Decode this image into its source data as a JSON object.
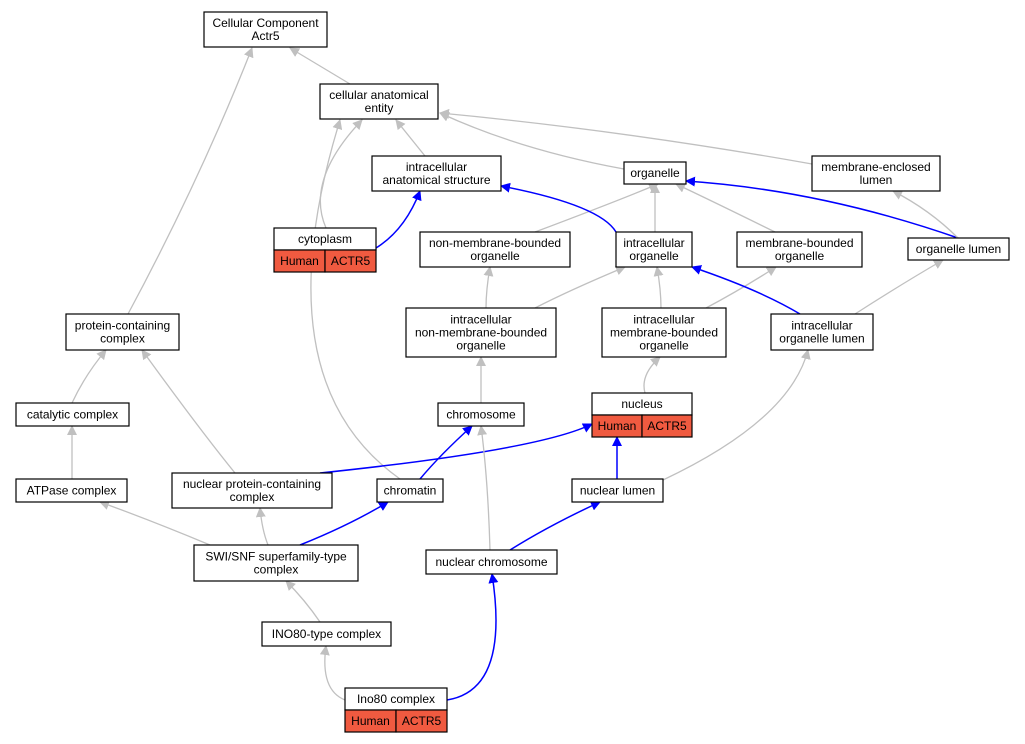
{
  "colors": {
    "node_border": "#000000",
    "node_fill": "#ffffff",
    "annotation_fill": "#f05a40",
    "edge_gray": "#c0c0c0",
    "edge_blue": "#0000ff"
  },
  "nodes": [
    {
      "id": "root",
      "lines": [
        "Cellular Component",
        "Actr5"
      ]
    },
    {
      "id": "cae",
      "lines": [
        "cellular anatomical",
        "entity"
      ]
    },
    {
      "id": "ias",
      "lines": [
        "intracellular",
        "anatomical structure"
      ]
    },
    {
      "id": "organelle",
      "lines": [
        "organelle"
      ]
    },
    {
      "id": "mel",
      "lines": [
        "membrane-enclosed",
        "lumen"
      ]
    },
    {
      "id": "cytoplasm",
      "lines": [
        "cytoplasm"
      ],
      "annotations": [
        "Human",
        "ACTR5"
      ]
    },
    {
      "id": "nmbo",
      "lines": [
        "non-membrane-bounded",
        "organelle"
      ]
    },
    {
      "id": "io",
      "lines": [
        "intracellular",
        "organelle"
      ]
    },
    {
      "id": "mbo",
      "lines": [
        "membrane-bounded",
        "organelle"
      ]
    },
    {
      "id": "ol",
      "lines": [
        "organelle lumen"
      ]
    },
    {
      "id": "pcc",
      "lines": [
        "protein-containing",
        "complex"
      ]
    },
    {
      "id": "inmbo",
      "lines": [
        "intracellular",
        "non-membrane-bounded",
        "organelle"
      ]
    },
    {
      "id": "imbo",
      "lines": [
        "intracellular",
        "membrane-bounded",
        "organelle"
      ]
    },
    {
      "id": "iol",
      "lines": [
        "intracellular",
        "organelle lumen"
      ]
    },
    {
      "id": "cc",
      "lines": [
        "catalytic complex"
      ]
    },
    {
      "id": "chromosome",
      "lines": [
        "chromosome"
      ]
    },
    {
      "id": "nucleus",
      "lines": [
        "nucleus"
      ],
      "annotations": [
        "Human",
        "ACTR5"
      ]
    },
    {
      "id": "atpase",
      "lines": [
        "ATPase complex"
      ]
    },
    {
      "id": "npcc",
      "lines": [
        "nuclear protein-containing",
        "complex"
      ]
    },
    {
      "id": "chromatin",
      "lines": [
        "chromatin"
      ]
    },
    {
      "id": "nl",
      "lines": [
        "nuclear lumen"
      ]
    },
    {
      "id": "swisnf",
      "lines": [
        "SWI/SNF superfamily-type",
        "complex"
      ]
    },
    {
      "id": "nc",
      "lines": [
        "nuclear chromosome"
      ]
    },
    {
      "id": "ino80t",
      "lines": [
        "INO80-type complex"
      ]
    },
    {
      "id": "ino80c",
      "lines": [
        "Ino80 complex"
      ],
      "annotations": [
        "Human",
        "ACTR5"
      ]
    }
  ],
  "edges": [
    {
      "from": "cae",
      "to": "root",
      "type": "is_a"
    },
    {
      "from": "pcc",
      "to": "root",
      "type": "is_a"
    },
    {
      "from": "ias",
      "to": "cae",
      "type": "is_a"
    },
    {
      "from": "organelle",
      "to": "cae",
      "type": "is_a"
    },
    {
      "from": "mel",
      "to": "cae",
      "type": "is_a"
    },
    {
      "from": "cytoplasm",
      "to": "cae",
      "type": "is_a"
    },
    {
      "from": "chromatin",
      "to": "cae",
      "type": "is_a"
    },
    {
      "from": "cytoplasm",
      "to": "ias",
      "type": "part_of"
    },
    {
      "from": "nmbo",
      "to": "organelle",
      "type": "is_a"
    },
    {
      "from": "io",
      "to": "organelle",
      "type": "is_a"
    },
    {
      "from": "mbo",
      "to": "organelle",
      "type": "is_a"
    },
    {
      "from": "ol",
      "to": "organelle",
      "type": "part_of"
    },
    {
      "from": "io",
      "to": "ias",
      "type": "part_of"
    },
    {
      "from": "ol",
      "to": "mel",
      "type": "is_a"
    },
    {
      "from": "inmbo",
      "to": "nmbo",
      "type": "is_a"
    },
    {
      "from": "inmbo",
      "to": "io",
      "type": "is_a"
    },
    {
      "from": "imbo",
      "to": "io",
      "type": "is_a"
    },
    {
      "from": "imbo",
      "to": "mbo",
      "type": "is_a"
    },
    {
      "from": "iol",
      "to": "ol",
      "type": "is_a"
    },
    {
      "from": "iol",
      "to": "io",
      "type": "part_of"
    },
    {
      "from": "cc",
      "to": "pcc",
      "type": "is_a"
    },
    {
      "from": "npcc",
      "to": "pcc",
      "type": "is_a"
    },
    {
      "from": "chromosome",
      "to": "inmbo",
      "type": "is_a"
    },
    {
      "from": "nucleus",
      "to": "imbo",
      "type": "is_a"
    },
    {
      "from": "nl",
      "to": "iol",
      "type": "is_a"
    },
    {
      "from": "atpase",
      "to": "cc",
      "type": "is_a"
    },
    {
      "from": "npcc",
      "to": "nucleus",
      "type": "part_of"
    },
    {
      "from": "chromatin",
      "to": "chromosome",
      "type": "part_of"
    },
    {
      "from": "nl",
      "to": "nucleus",
      "type": "part_of"
    },
    {
      "from": "swisnf",
      "to": "atpase",
      "type": "is_a"
    },
    {
      "from": "swisnf",
      "to": "npcc",
      "type": "is_a"
    },
    {
      "from": "swisnf",
      "to": "chromatin",
      "type": "part_of"
    },
    {
      "from": "nc",
      "to": "chromosome",
      "type": "is_a"
    },
    {
      "from": "nc",
      "to": "nl",
      "type": "part_of"
    },
    {
      "from": "ino80t",
      "to": "swisnf",
      "type": "is_a"
    },
    {
      "from": "ino80c",
      "to": "ino80t",
      "type": "is_a"
    },
    {
      "from": "ino80c",
      "to": "nc",
      "type": "part_of"
    }
  ]
}
